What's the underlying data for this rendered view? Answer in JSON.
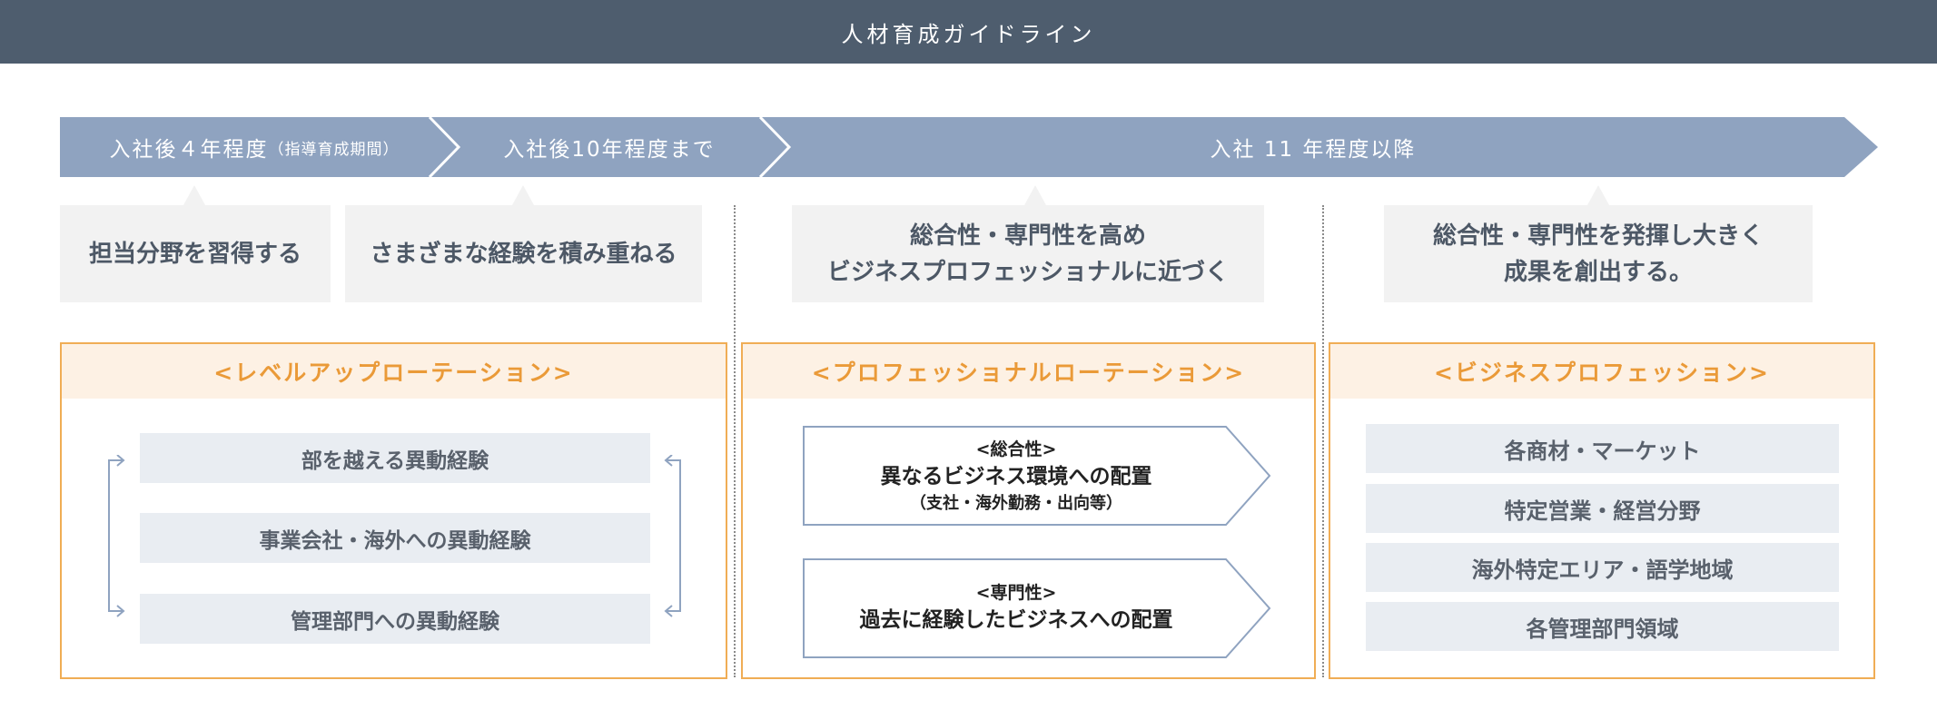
{
  "header": {
    "title": "人材育成ガイドライン"
  },
  "phases": [
    {
      "label": "入社後４年程度",
      "note": "（指導育成期間）"
    },
    {
      "label": "入社後10年程度まで"
    },
    {
      "label": "入社 11 年程度以降"
    }
  ],
  "goals": [
    "担当分野を習得する",
    "さまざまな経験を積み重ねる",
    {
      "line1": "総合性・専門性を高め",
      "line2": "ビジネスプロフェッショナルに近づく"
    },
    {
      "line1": "総合性・専門性を発揮し大きく",
      "line2": "成果を創出する。"
    }
  ],
  "level_up": {
    "title": "<レベルアップローテーション>",
    "items": [
      "部を越える異動経験",
      "事業会社・海外への異動経験",
      "管理部門への異動経験"
    ]
  },
  "pro_rotation": {
    "title": "<プロフェッショナルローテーション>",
    "items": [
      {
        "tag": "<総合性>",
        "main": "異なるビジネス環境への配置",
        "sub": "（支社・海外勤務・出向等）"
      },
      {
        "tag": "<専門性>",
        "main": "過去に経験したビジネスへの配置"
      }
    ]
  },
  "biz_pro": {
    "title": "<ビジネスプロフェッション>",
    "items": [
      "各商材・マーケット",
      "特定営業・経営分野",
      "海外特定エリア・語学地域",
      "各管理部門領域"
    ]
  },
  "colors": {
    "header_bg": "#4e5d6e",
    "arrow_fill": "#8fa3c0",
    "panel_border": "#f0ad55",
    "panel_head_bg": "#fdf1e4",
    "panel_head_text": "#ea9a38",
    "item_bg": "#e9edf2",
    "goal_bg": "#f2f2f2"
  }
}
